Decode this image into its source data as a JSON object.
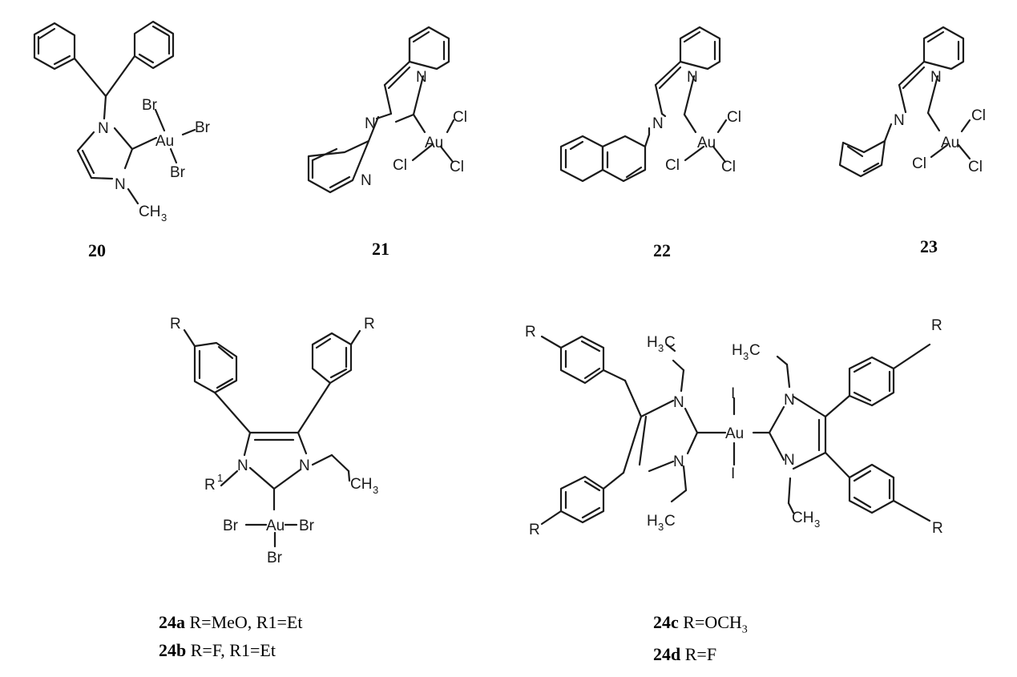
{
  "compounds": [
    {
      "id": "20"
    },
    {
      "id": "21"
    },
    {
      "id": "22"
    },
    {
      "id": "23"
    }
  ],
  "variants": [
    {
      "id": "24a",
      "desc": "R=MeO, R1=Et"
    },
    {
      "id": "24b",
      "desc": "R=F, R1=Et"
    },
    {
      "id": "24c",
      "desc_pre": "R=OCH",
      "desc_sub": "3"
    },
    {
      "id": "24d",
      "desc": "R=F"
    }
  ],
  "atoms": {
    "N": "N",
    "Au": "Au",
    "Br": "Br",
    "Cl": "Cl",
    "I": "I",
    "R": "R",
    "CH": "CH",
    "H": "H",
    "C": "C",
    "three": "3",
    "one": "1"
  }
}
